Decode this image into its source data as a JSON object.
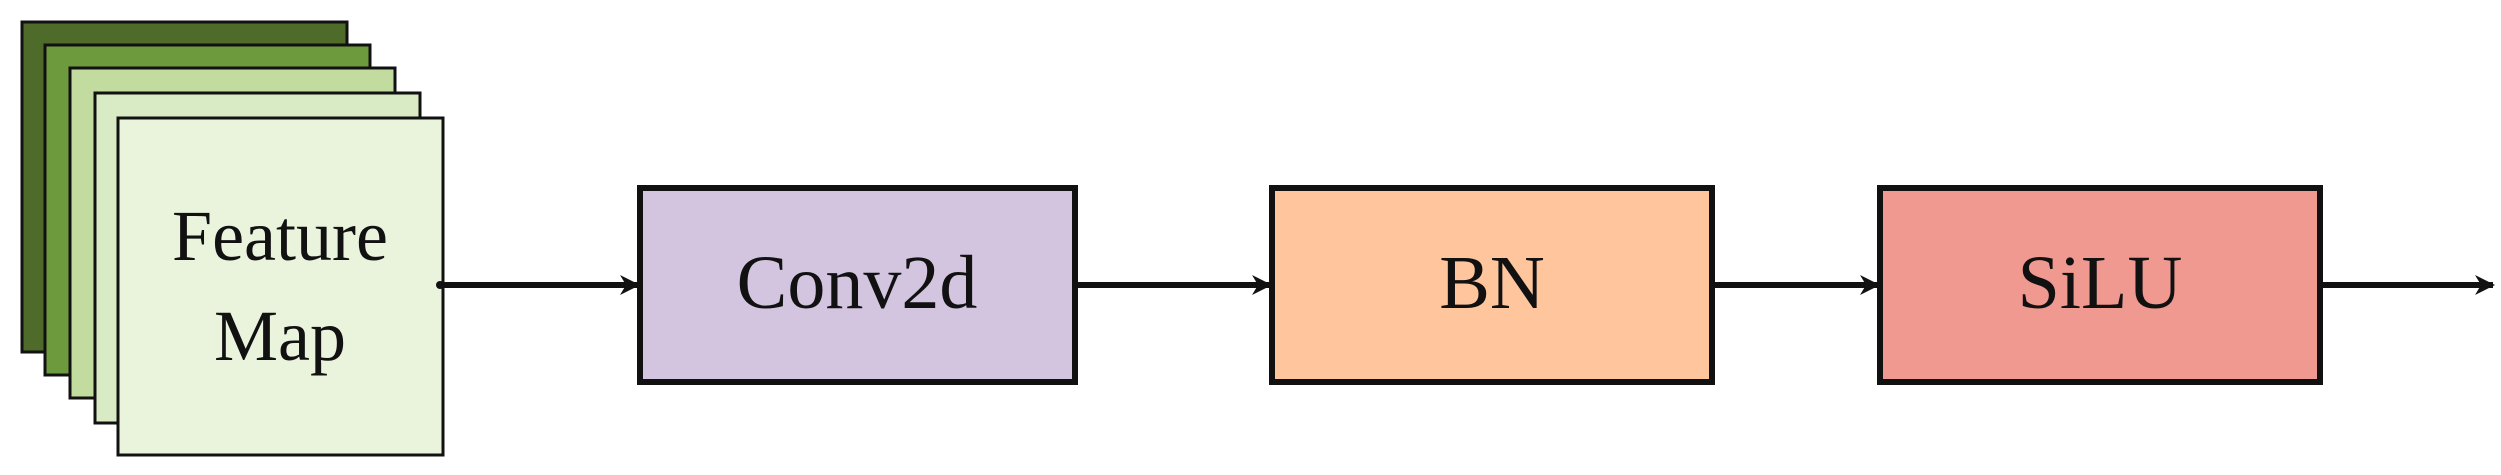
{
  "diagram": {
    "feature_map": {
      "label_line1": "Feature",
      "label_line2": "Map",
      "layer_colors": [
        "#4e6b2a",
        "#6e9a3e",
        "#c2dca0",
        "#d9ebc4",
        "#eaf4dd"
      ]
    },
    "conv": {
      "label": "Conv2d",
      "color": "#d3c5e0"
    },
    "bn": {
      "label": "BN",
      "color": "#ffc59c"
    },
    "silu": {
      "label": "SiLU",
      "color": "#ef9990"
    },
    "stroke_color": "#111111"
  }
}
